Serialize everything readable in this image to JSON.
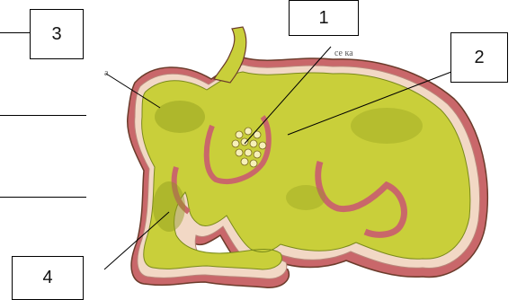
{
  "diagram": {
    "labels": [
      {
        "id": "1",
        "text": "1"
      },
      {
        "id": "2",
        "text": "2"
      },
      {
        "id": "3",
        "text": "3"
      },
      {
        "id": "4",
        "text": "4"
      }
    ],
    "captions": {
      "top": "се ка",
      "left": "а"
    },
    "colors": {
      "organ_fill": "#c9cf3a",
      "organ_shadow": "#8e9a1c",
      "outer_wall": "#c9676a",
      "inner_wall": "#f2d8c5",
      "outline": "#6b3b2b",
      "line": "#000000"
    }
  }
}
